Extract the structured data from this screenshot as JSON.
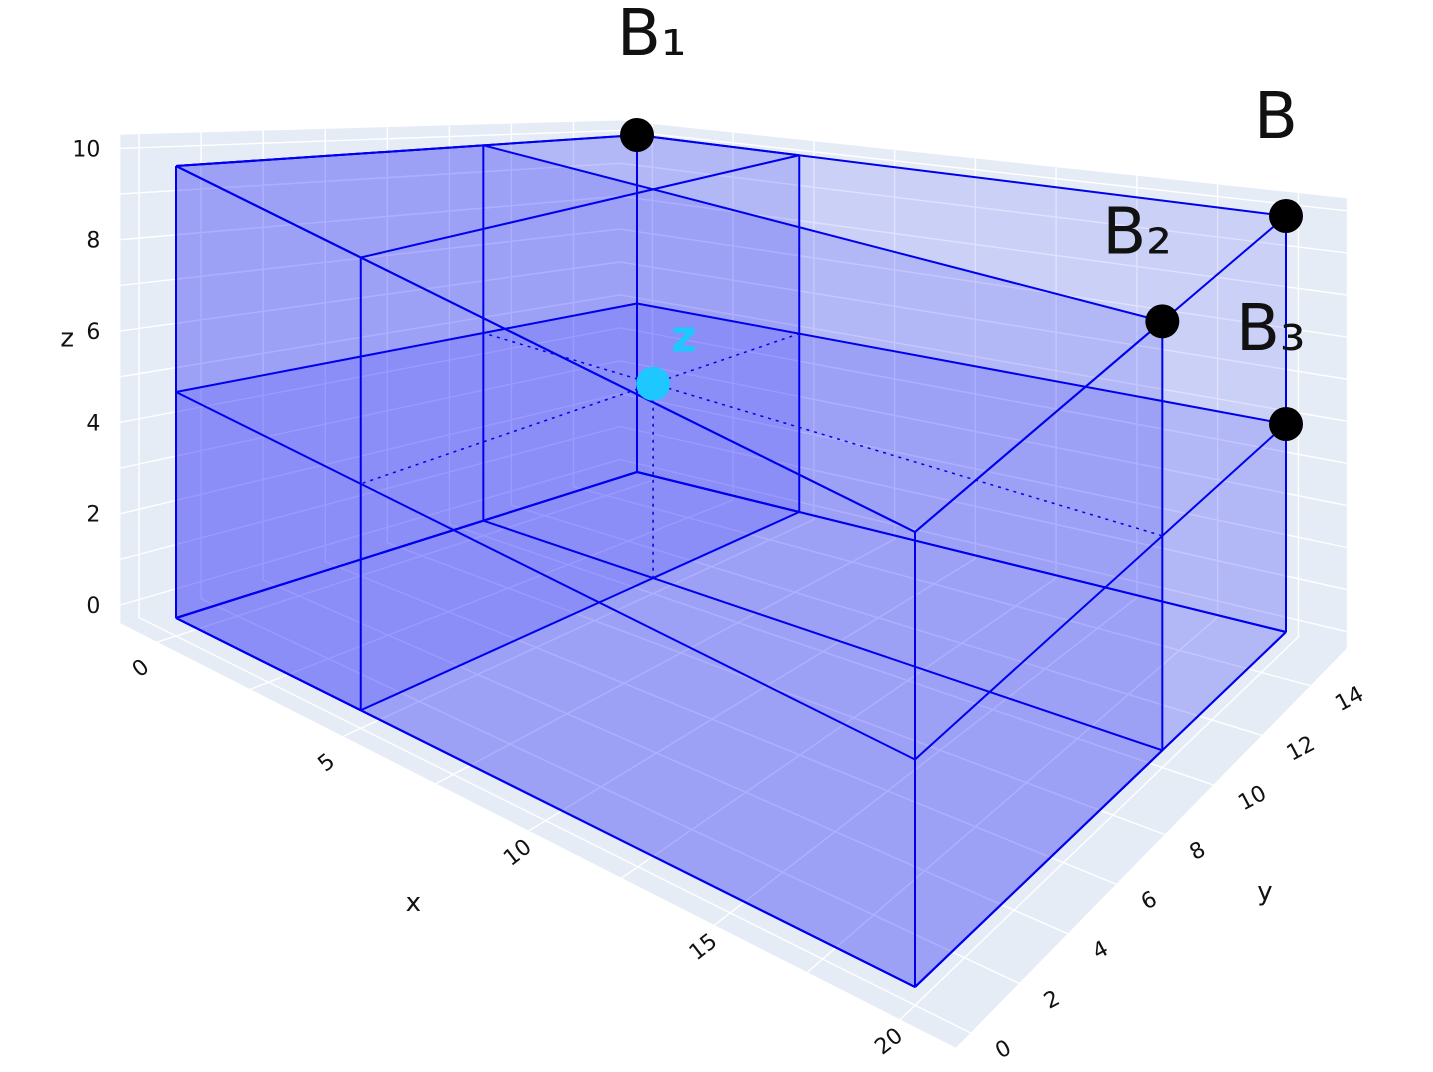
{
  "chart_data": {
    "type": "3d-box-scatter",
    "axes": {
      "x": {
        "label": "x",
        "range": [
          0,
          20
        ],
        "ticks": [
          "0",
          "5",
          "10",
          "15",
          "20"
        ]
      },
      "y": {
        "label": "y",
        "range": [
          0,
          15
        ],
        "ticks": [
          "0",
          "2",
          "4",
          "6",
          "8",
          "10",
          "12",
          "14"
        ]
      },
      "z": {
        "label": "z",
        "range": [
          0,
          10
        ],
        "ticks": [
          "0",
          "2",
          "4",
          "6",
          "8",
          "10"
        ]
      }
    },
    "boxes": [
      {
        "name": "",
        "min": [
          0,
          0,
          0
        ],
        "max": [
          20,
          15,
          10
        ]
      },
      {
        "name": "",
        "min": [
          0,
          0,
          0
        ],
        "max": [
          20,
          10,
          10
        ]
      },
      {
        "name": "",
        "min": [
          0,
          0,
          0
        ],
        "max": [
          5,
          15,
          10
        ]
      },
      {
        "name": "",
        "min": [
          0,
          0,
          0
        ],
        "max": [
          20,
          15,
          5
        ]
      }
    ],
    "points": [
      {
        "label": "B₁",
        "coords": [
          0,
          15,
          10
        ]
      },
      {
        "label": "B₂",
        "coords": [
          20,
          10,
          10
        ]
      },
      {
        "label": "B",
        "coords": [
          20,
          15,
          10
        ]
      },
      {
        "label": "B₃",
        "coords": [
          20,
          15,
          5
        ]
      }
    ],
    "highlight": {
      "label": "z",
      "coords": [
        5,
        10,
        5
      ]
    },
    "colors": {
      "box_fill": "#0000ff",
      "box_edge": "#0000ee",
      "point": "#000000",
      "highlight": "#1ec8ff",
      "scene_background": "#e5ecf6",
      "grid": "#ffffff"
    }
  }
}
